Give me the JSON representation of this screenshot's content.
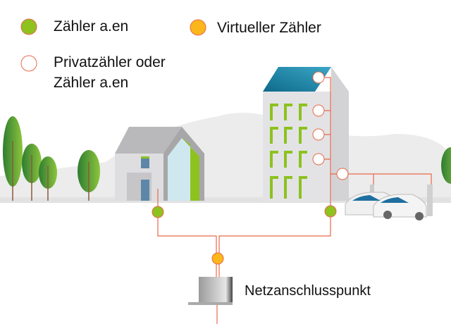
{
  "legend": {
    "green": {
      "label": "Zähler a.en",
      "color": "#8dc21f"
    },
    "orange": {
      "label": "Virtueller Zähler",
      "color": "#fbb61b"
    },
    "white": {
      "label_line1": "Privatzähler oder",
      "label_line2": "Zähler a.en",
      "color": "#ffffff"
    }
  },
  "grid_point": {
    "label": "Netzanschlusspunkt"
  },
  "colors": {
    "line": "#e8694a",
    "ground": "#ececec",
    "tree": "#5a9a35",
    "solar": "#1a7fa0"
  }
}
